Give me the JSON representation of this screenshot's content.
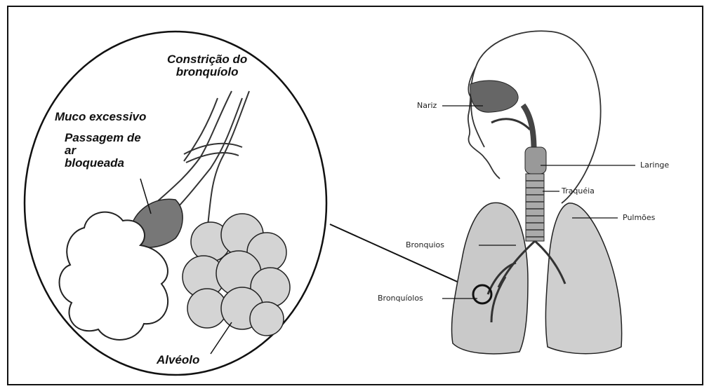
{
  "zoom_labels": {
    "constriction_line1": "Constrição do",
    "constriction_line2": "bronquíolo",
    "mucus": "Muco excessivo",
    "blocked_line1": "Passagem de",
    "blocked_line2": "ar",
    "blocked_line3": "bloqueada",
    "alveolus": "Alvéolo"
  },
  "body_labels": {
    "nose": "Nariz",
    "larynx": "Laringe",
    "trachea": "Traquéia",
    "lungs": "Pulmões",
    "bronchi": "Bronquios",
    "bronchioles": "Bronquíolos"
  }
}
